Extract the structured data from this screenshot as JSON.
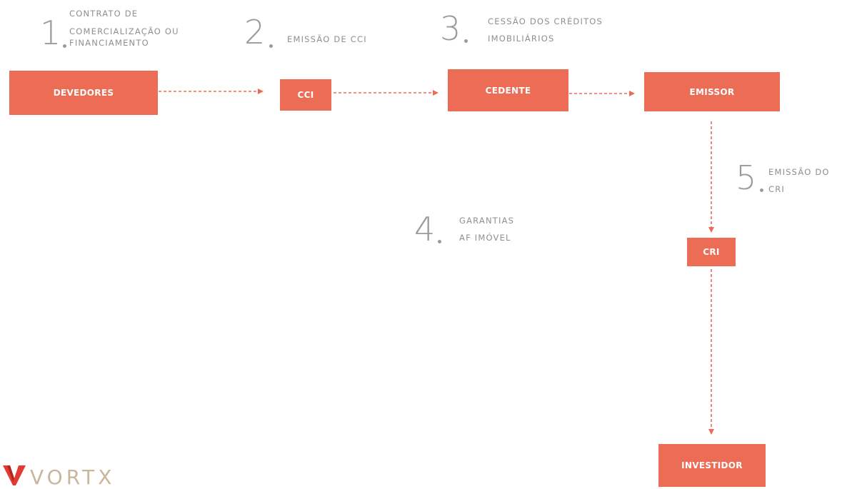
{
  "nodes": {
    "devedores": "DEVEDORES",
    "cci": "CCI",
    "cedente": "CEDENTE",
    "emissor": "EMISSOR",
    "cri": "CRI",
    "investidor": "INVESTIDOR"
  },
  "steps": [
    {
      "num": "1",
      "lines": [
        "CONTRATO DE",
        "COMERCIALIZAÇÃO OU",
        "FINANCIAMENTO"
      ]
    },
    {
      "num": "2",
      "lines": [
        "EMISSÃO DE CCI"
      ]
    },
    {
      "num": "3",
      "lines": [
        "CESSÃO DOS CRÉDITOS",
        "IMOBILIÁRIOS"
      ]
    },
    {
      "num": "4",
      "lines": [
        "GARANTIAS",
        "AF IMÓVEL"
      ]
    },
    {
      "num": "5",
      "lines": [
        "EMISSÃO DO",
        "CRI"
      ]
    }
  ],
  "logo": {
    "text": "VORTX"
  },
  "colors": {
    "node": "#ec6c55",
    "connector": "#ec6c55",
    "step_text": "#8f8f8f",
    "logo": "#c9b79c"
  }
}
